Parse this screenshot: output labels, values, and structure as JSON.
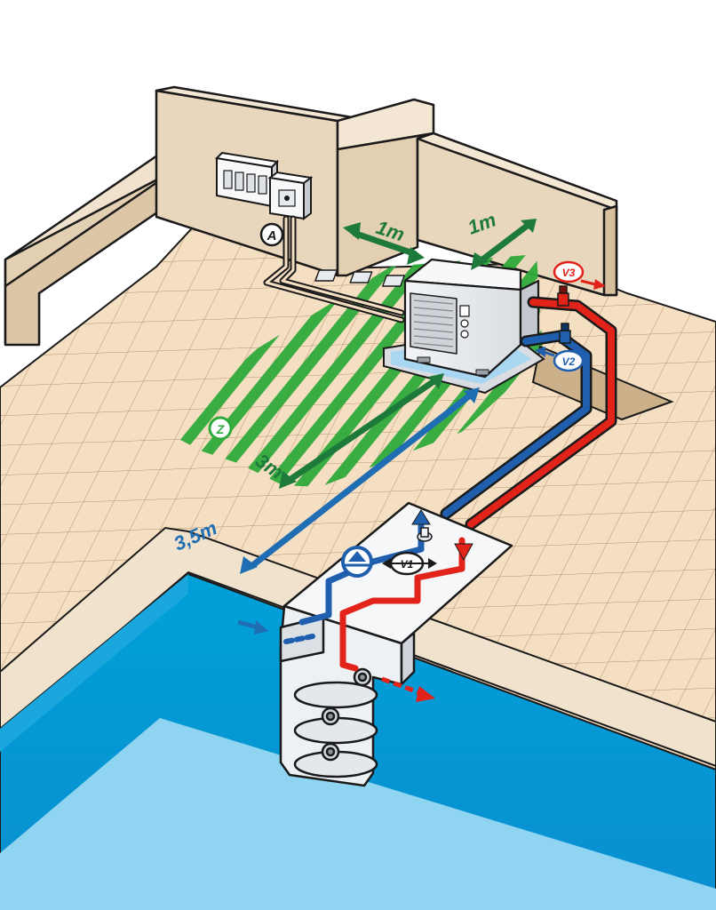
{
  "labels": {
    "clearance_left": "1m",
    "clearance_back": "1m",
    "clearance_front": "3m",
    "pipe_run": "3,5m",
    "electrical_box": "A",
    "zone": "Z",
    "valve_1": "V1",
    "valve_2": "V2",
    "valve_3": "V3"
  },
  "colors": {
    "sky": "#ffffff",
    "wall": "#e8d6bd",
    "deck": "#f5dfc2",
    "tile_line": "#b08a64",
    "water_deep": "#00a0d8",
    "water_light": "#8fd4f0",
    "clearance_stripe": "#2faa3a",
    "dimension_green": "#1d7a3a",
    "hot_pipe": "#e2231a",
    "cold_pipe": "#1f5fae",
    "dimension_blue": "#1f6db3",
    "outline": "#1a1a1a"
  },
  "icons": {
    "heat_pump": "heat-pump-unit",
    "skimmer": "pool-filter-skimmer",
    "breaker": "circuit-breaker-box",
    "switch": "isolator-switch-box",
    "pump_symbol": "pump-icon"
  }
}
